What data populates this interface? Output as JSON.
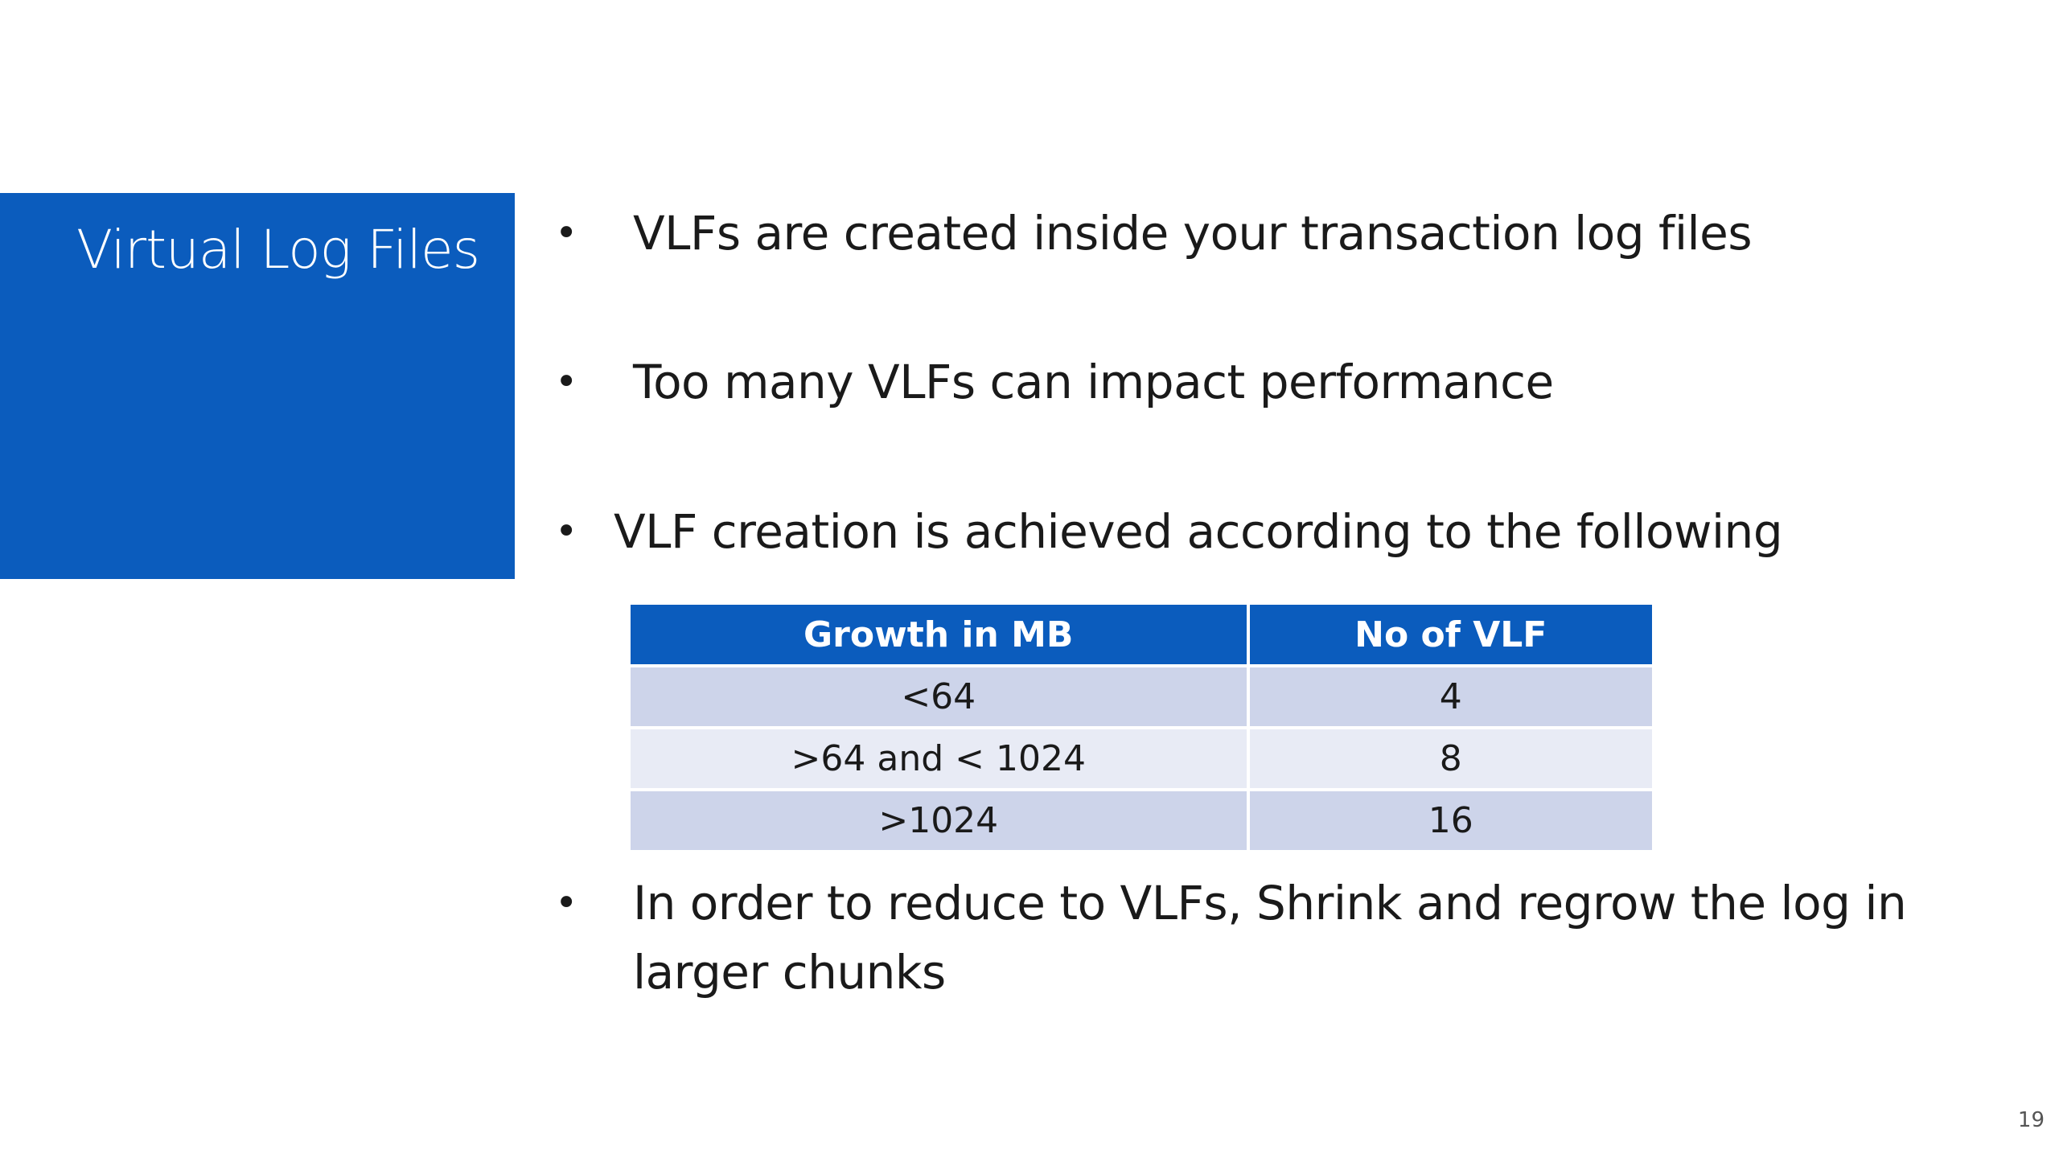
{
  "slide": {
    "title": "Virtual Log Files",
    "page_number": "19",
    "bullets": [
      "VLFs are created inside your transaction log files",
      "Too many VLFs can impact performance",
      "VLF creation is achieved according to the following",
      "In order to reduce to VLFs, Shrink and regrow the log in larger chunks"
    ],
    "bullet_glyph": "•",
    "table": {
      "headers": [
        "Growth in MB",
        "No of VLF"
      ],
      "rows": [
        [
          "<64",
          "4"
        ],
        [
          ">64 and < 1024",
          "8"
        ],
        [
          ">1024",
          "16"
        ]
      ]
    }
  },
  "colors": {
    "accent_blue": "#0b5cbd",
    "row_dark": "#cdd4ea",
    "row_light": "#e8ebf5"
  }
}
